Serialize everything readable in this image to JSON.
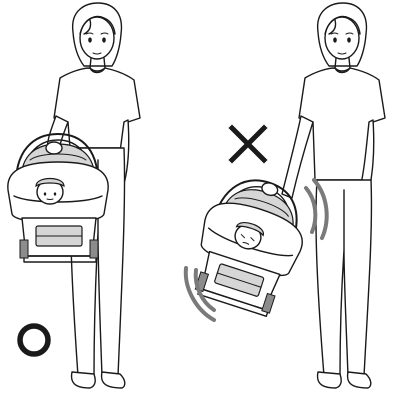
{
  "illustration": {
    "left_panel": {
      "verdict_icon": "circle-correct-mark"
    },
    "right_panel": {
      "verdict_icon": "cross-incorrect-mark",
      "motion_icon": "swing-motion-lines"
    }
  },
  "colors": {
    "line": "#1a1a1a",
    "shade": "#d6d6d6",
    "dark_shade": "#8c8c8c",
    "background": "#ffffff"
  }
}
